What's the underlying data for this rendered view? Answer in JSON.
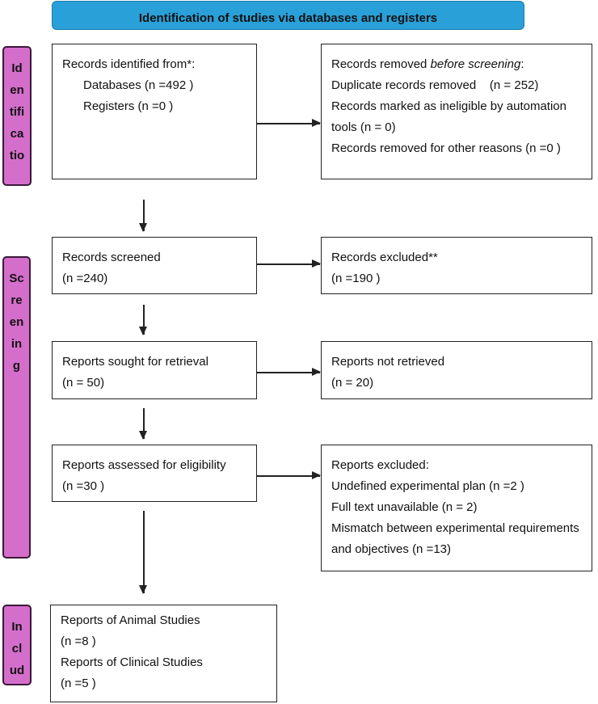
{
  "header": "Identification of studies via databases and registers",
  "phases": {
    "identification": [
      "Id",
      "en",
      "tifi",
      "ca",
      "tio"
    ],
    "screening": [
      "Sc",
      "re",
      "en",
      "in",
      "g"
    ],
    "included": [
      "In",
      "cl",
      "ud"
    ]
  },
  "identified": {
    "title": "Records identified from*:",
    "databases": "Databases (n =492 )",
    "registers": "Registers (n =0 )"
  },
  "removed": {
    "title_prefix": "Records removed ",
    "title_italic": "before screening",
    "title_suffix": ":",
    "duplicates": "Duplicate records removed    (n = 252)",
    "automation": "Records marked as ineligible by automation tools (n = 0)",
    "other": "Records removed for other reasons (n =0 )"
  },
  "screened": {
    "title": "Records screened",
    "n": "(n =240)"
  },
  "excluded": {
    "title": "Records excluded**",
    "n": "(n =190 )"
  },
  "sought": {
    "title": "Reports sought for retrieval",
    "n": "(n = 50)"
  },
  "not_retrieved": {
    "title": "Reports not retrieved",
    "n": "(n = 20)"
  },
  "assessed": {
    "title": "Reports assessed for eligibility",
    "n": "(n =30 )"
  },
  "reports_excluded": {
    "title": "Reports excluded:",
    "r1": "Undefined experimental plan (n =2 )",
    "r2": "Full text unavailable (n = 2)",
    "r3": "Mismatch between experimental requirements and objectives (n =13)"
  },
  "included": {
    "animal": "Reports of Animal Studies",
    "animal_n": "(n =8 )",
    "clinical": "Reports of Clinical Studies",
    "clinical_n": "(n =5 )"
  }
}
